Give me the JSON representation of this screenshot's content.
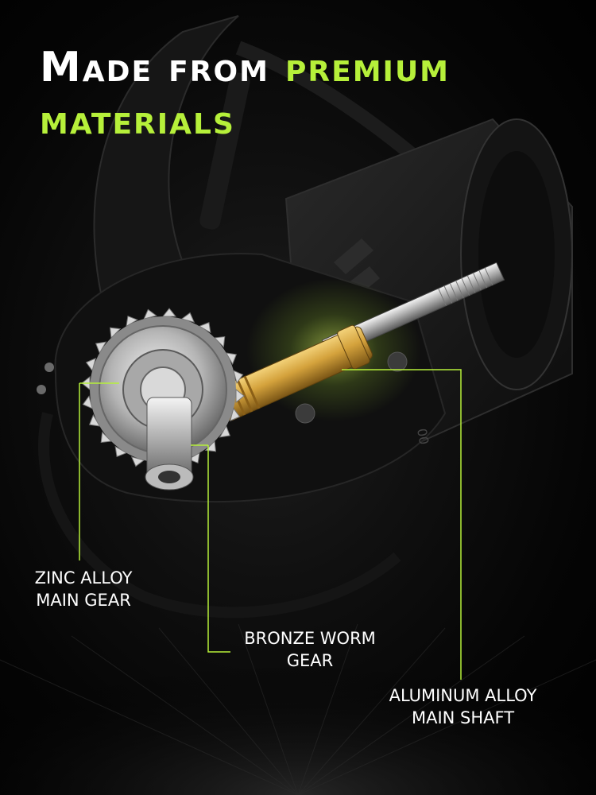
{
  "headline": {
    "white_text": "Made from ",
    "green_line1": "premium",
    "green_line2": "materials"
  },
  "callouts": [
    {
      "line1": "ZINC ALLOY",
      "line2": "MAIN GEAR"
    },
    {
      "line1": "BRONZE WORM",
      "line2": "GEAR"
    },
    {
      "line1": "ALUMINUM ALLOY",
      "line2": "MAIN SHAFT"
    }
  ],
  "reel_marking": "00",
  "colors": {
    "accent_green": "#b6f03a",
    "background": "#000000",
    "brass": "#d4a23c",
    "silver": "#cfcfcf"
  },
  "icons": [
    "fishing-reel-illustration",
    "gear-icon"
  ]
}
